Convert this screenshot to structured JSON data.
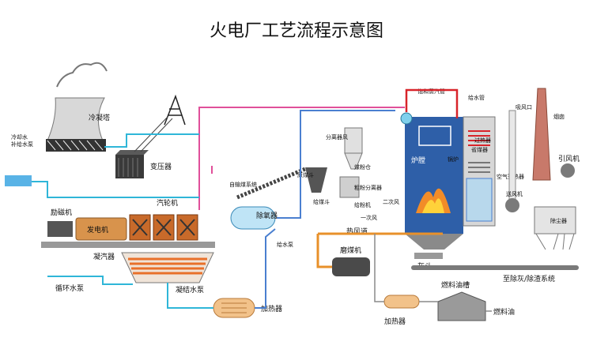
{
  "title": "火电厂工艺流程示意图",
  "labels": {
    "cooling_tower": "冷凝塔",
    "cooling_water": "冷却水",
    "makeup_water": "补给水泵",
    "transformer": "变压器",
    "exciter": "励磁机",
    "generator": "发电机",
    "turbine": "汽轮机",
    "condenser": "凝汽器",
    "circ_pump": "循环水泵",
    "cond_pump": "凝结水泵",
    "heater_low": "加热器",
    "deaerator": "除氧器",
    "coal_system": "自输煤系统",
    "coal_bunker": "原煤斗",
    "feed_bunker": "给煤斗",
    "separator": "分离器风",
    "pulverized_bin": "煤粉仓",
    "feeder": "给粉机",
    "coarse_sep": "粗粉分离器",
    "feed_pump": "给水泵",
    "hot_air": "热风道",
    "mill": "磨煤机",
    "secondary_air": "二次风",
    "furnace": "炉膛",
    "drum": "锅炉",
    "superheater": "过热器",
    "economizer": "省煤器",
    "air_preheater": "空气预热器",
    "saturated_steam": "饱和蒸汽管",
    "feed_pipe": "给水管",
    "air_inlet": "吸风口",
    "chimney": "烟囱",
    "id_fan": "引风机",
    "fd_fan": "送风机",
    "dust_collector": "除尘器",
    "ash_hopper": "灰斗",
    "ash_removal": "至除灰/除渣系统",
    "oil_tank": "燃料油槽",
    "fuel_oil": "燃料油",
    "heater_oil": "加热器",
    "primary_air": "一次风"
  }
}
